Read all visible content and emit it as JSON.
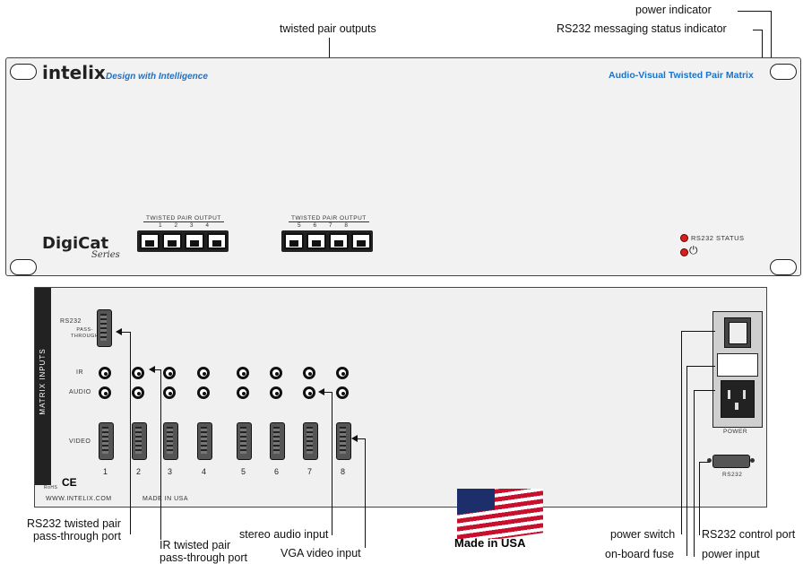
{
  "callouts": {
    "power_indicator": "power indicator",
    "rs232_status_indicator": "RS232 messaging status indicator",
    "twisted_pair_outputs": "twisted pair outputs",
    "rs232_passthrough_port": "RS232 twisted pair\npass-through port",
    "ir_passthrough_port": "IR twisted pair\npass-through port",
    "stereo_audio_input": "stereo audio input",
    "vga_video_input": "VGA video input",
    "power_switch": "power switch",
    "onboard_fuse": "on-board fuse",
    "rs232_control_port": "RS232 control port",
    "power_input": "power input"
  },
  "front_panel": {
    "brand": "intelix",
    "tagline": "Design with Intelligence",
    "title": "Audio-Visual Twisted Pair Matrix",
    "series_logo": "DigiCat",
    "series_word": "Series",
    "output_group_label": "TWISTED PAIR OUTPUT",
    "output_group_1_nums": [
      "1",
      "2",
      "3",
      "4"
    ],
    "output_group_2_nums": [
      "5",
      "6",
      "7",
      "8"
    ],
    "rs232_status_label": "RS232 STATUS",
    "power_symbol": "⏻"
  },
  "back_panel": {
    "matrix_inputs_label": "MATRIX INPUTS",
    "rs232_label": "RS232",
    "passthrough_label": "PASS-\nTHROUGH",
    "ir_label": "IR",
    "audio_label": "AUDIO",
    "video_label": "VIDEO",
    "port_numbers": [
      "1",
      "2",
      "3",
      "4",
      "5",
      "6",
      "7",
      "8"
    ],
    "website": "WWW.INTELIX.COM",
    "made_in": "MADE IN USA",
    "rohs": "RoHS",
    "ce": "CE",
    "power_label": "POWER",
    "rs232_port_label": "RS232"
  },
  "badge": {
    "text": "Made in USA"
  }
}
